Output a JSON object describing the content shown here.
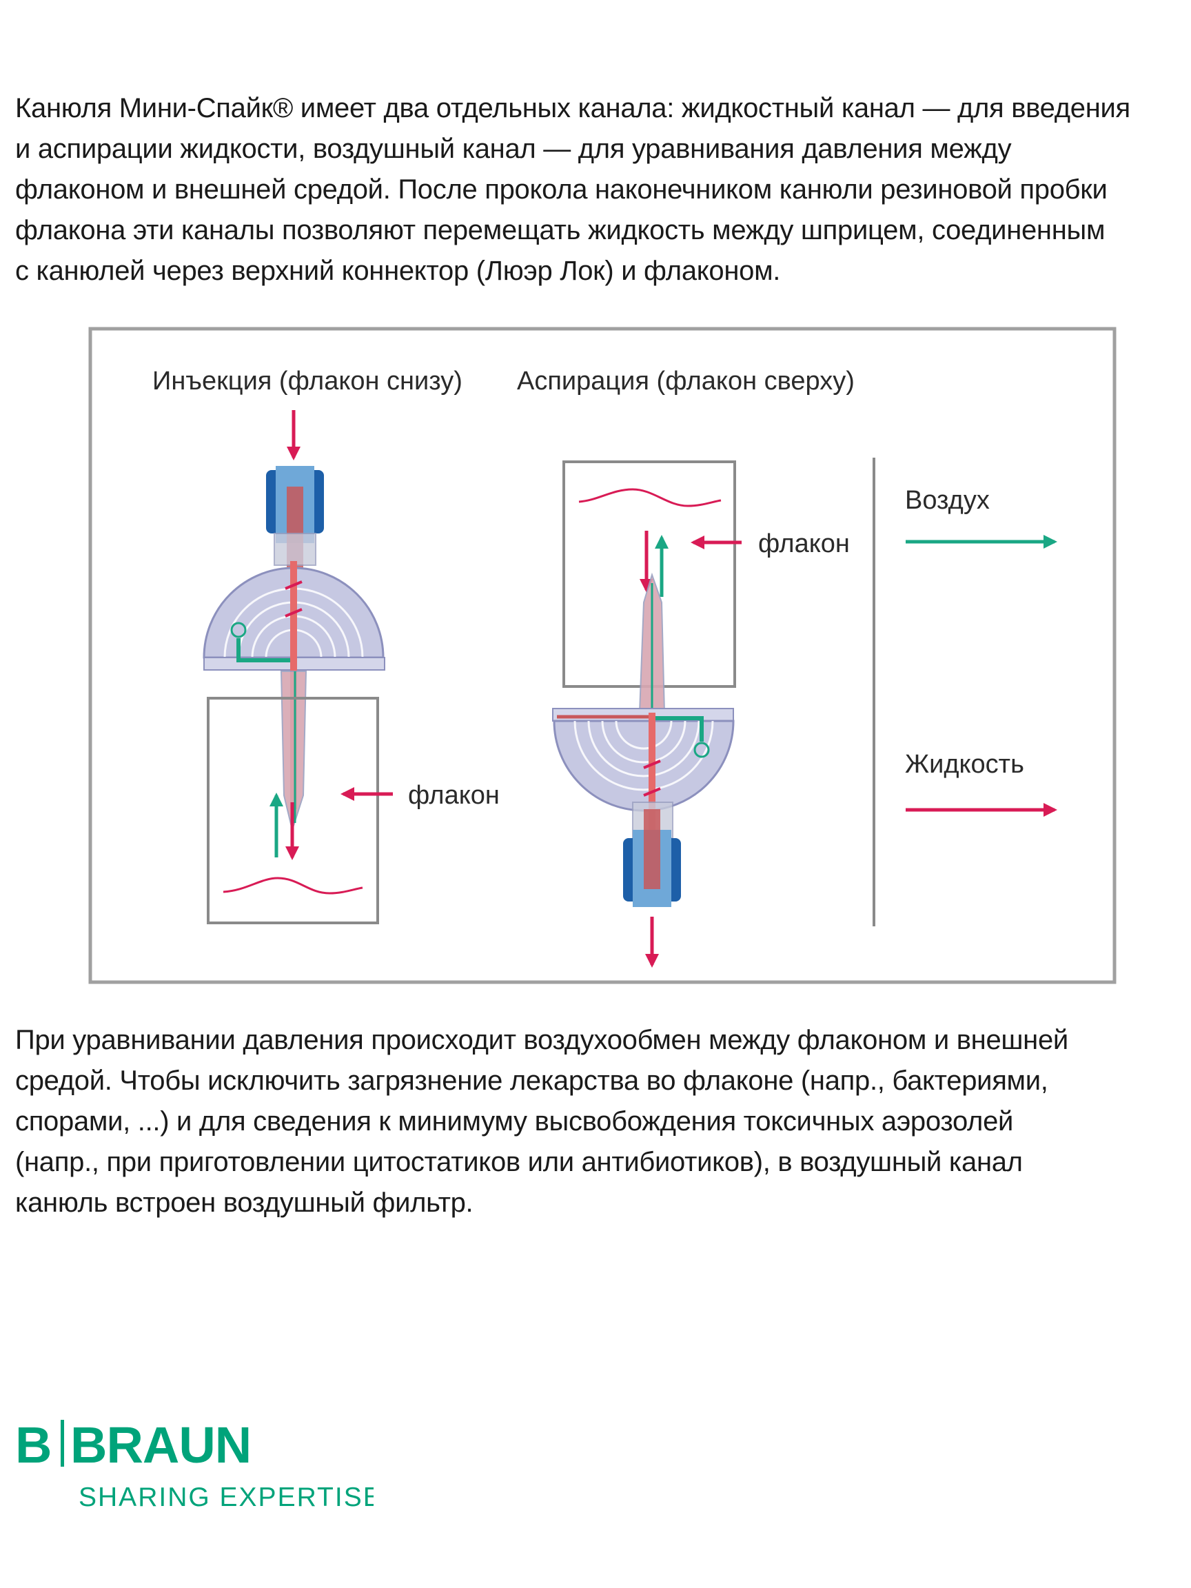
{
  "paragraph_top": [
    "Канюля Мини-Спайк® имеет два отдельных канала: жидкостный канал — для введения",
    "и аспирации жидкости, воздушный канал — для уравнивания давления между",
    "флаконом и внешней средой. После прокола наконечником канюли резиновой пробки",
    "флакона эти каналы позволяют перемещать жидкость между шприцем, соединенным",
    "с канюлей через верхний коннектор (Люэр Лок) и флаконом."
  ],
  "diagram": {
    "injection_title": "Инъекция (флакон снизу)",
    "aspiration_title": "Аспирация (флакон сверху)",
    "vial_label_left": "флакон",
    "vial_label_right": "флакон",
    "legend": {
      "air_label": "Воздух",
      "liquid_label": "Жидкость",
      "air_color": "#1aa784",
      "liquid_color": "#d81b55"
    },
    "frame_color": "#a0a0a0",
    "cannula_blue": "#1d5fa8"
  },
  "paragraph_bottom": [
    "При уравнивании давления происходит воздухообмен между флаконом и внешней",
    "средой. Чтобы исключить загрязнение лекарства во флаконе (напр., бактериями,",
    "спорами, ...) и для сведения к минимуму высвобождения токсичных аэрозолей",
    "(напр., при приготовлении цитостатиков или антибиотиков), в воздушный канал",
    "канюль встроен воздушный фильтр."
  ],
  "logo": {
    "b_letter": "B",
    "brand": "BRAUN",
    "tagline": "SHARING EXPERTISE",
    "color": "#00a37a"
  }
}
